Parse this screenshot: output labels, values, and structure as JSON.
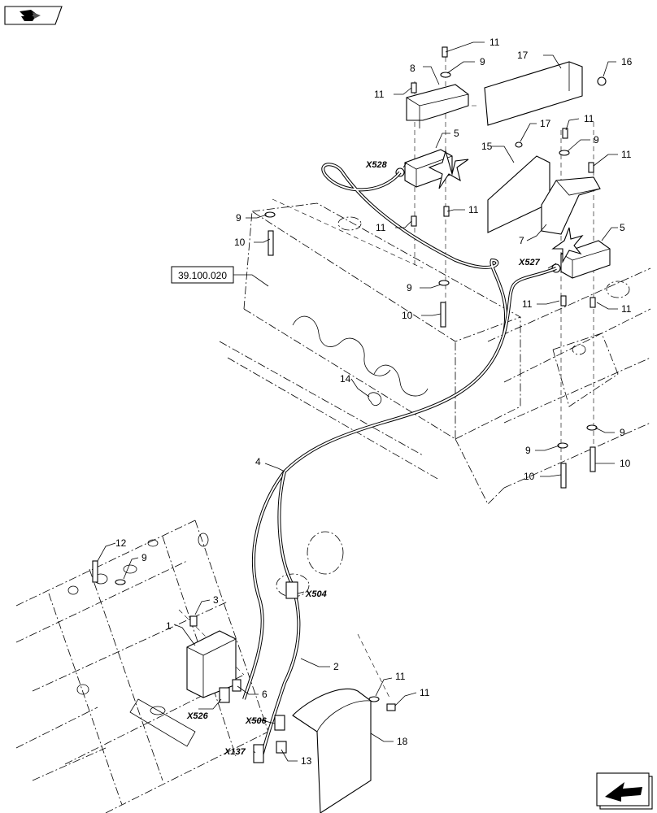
{
  "reference_box": "39.100.020",
  "callouts": [
    "1",
    "2",
    "3",
    "4",
    "5",
    "5",
    "6",
    "7",
    "8",
    "9",
    "9",
    "9",
    "9",
    "9",
    "9",
    "9",
    "10",
    "10",
    "10",
    "10",
    "11",
    "11",
    "11",
    "11",
    "11",
    "11",
    "11",
    "11",
    "11",
    "12",
    "13",
    "14",
    "15",
    "16",
    "17",
    "17",
    "18"
  ],
  "connectors": [
    "X528",
    "X527",
    "X504",
    "X526",
    "X506",
    "X137"
  ],
  "icons": {
    "top_left": "book-arrow-icon",
    "bottom_right": "back-arrow-icon"
  }
}
